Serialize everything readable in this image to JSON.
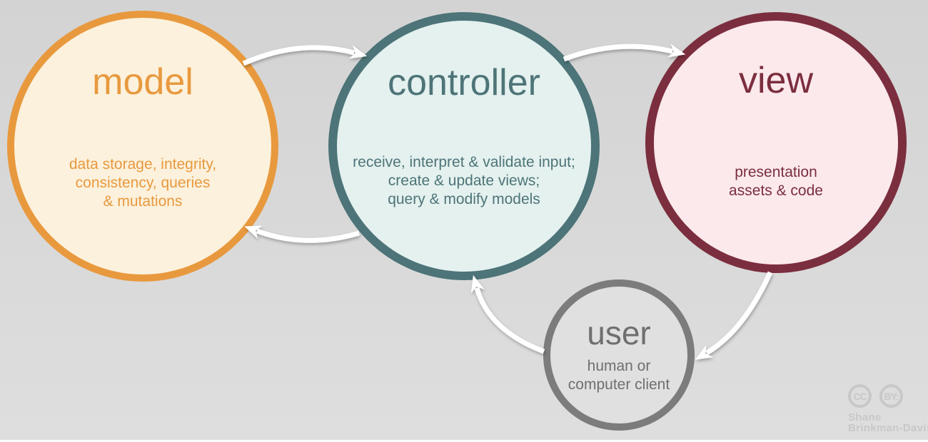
{
  "diagram": {
    "kind": "mvc-pattern-cycle",
    "background_color": "#d6d6d6",
    "arrow_color": "#FFFFFF",
    "nodes": {
      "model": {
        "label": "model",
        "lines": [
          "data storage, integrity,",
          "consistency, queries",
          "& mutations"
        ],
        "border_color": "#e8993e",
        "fill_color": "#fcf1dc",
        "text_color": "#e8993e"
      },
      "controller": {
        "label": "controller",
        "lines": [
          "receive, interpret & validate input;",
          "create & update views;",
          "query & modify models"
        ],
        "border_color": "#4d7478",
        "fill_color": "#e4f1ef",
        "text_color": "#4e7478"
      },
      "view": {
        "label": "view",
        "lines": [
          "presentation",
          "assets & code"
        ],
        "border_color": "#7b2e3e",
        "fill_color": "#fbe9ec",
        "text_color": "#7b2e3e"
      },
      "user": {
        "label": "user",
        "lines": [
          "human or",
          "computer client"
        ],
        "border_color": "#7c7c7c",
        "fill_color": "#e0e0e0",
        "text_color": "#6f6f6f"
      }
    },
    "flows": [
      {
        "from": "model",
        "to": "controller"
      },
      {
        "from": "controller",
        "to": "view"
      },
      {
        "from": "controller",
        "to": "model"
      },
      {
        "from": "user",
        "to": "controller"
      },
      {
        "from": "view",
        "to": "user"
      }
    ]
  },
  "attribution": {
    "cc_label": "CC",
    "by_label": "BY:",
    "author_line1": "Shane",
    "author_line2": "Brinkman-Davis",
    "watermark_color": "#c8c8c8"
  }
}
